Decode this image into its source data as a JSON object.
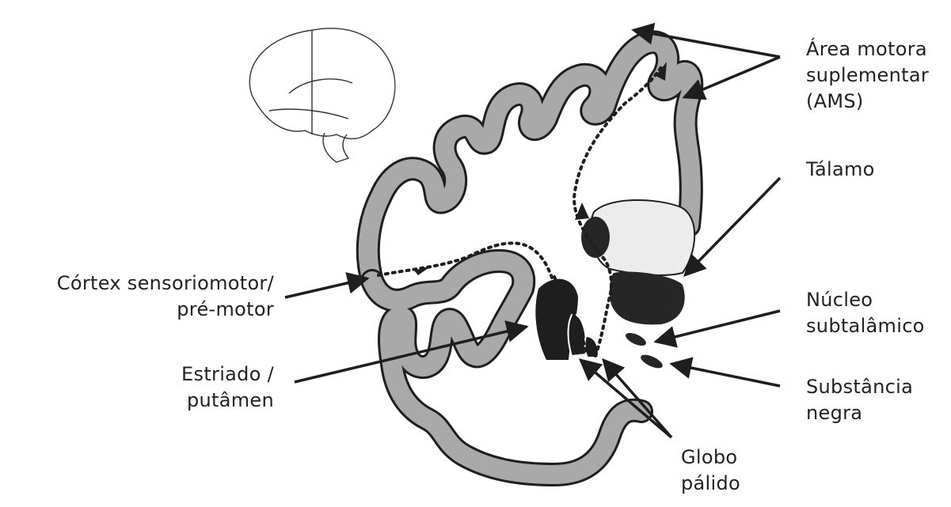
{
  "labels": {
    "ams": [
      "Área motora",
      "suplementar",
      "(AMS)"
    ],
    "talamo": [
      "Tálamo"
    ],
    "nucleo": [
      "Núcleo",
      "subtalâmico"
    ],
    "substancia": [
      "Substância",
      "negra"
    ],
    "globo": [
      "Globo",
      "pálido"
    ],
    "cortex": [
      "Córtex sensoriomotor/",
      "pré-motor"
    ],
    "estriado": [
      "Estriado /",
      "putâmen"
    ]
  },
  "colors": {
    "cortex_fill": "#a9a9a9",
    "outline": "#1e1e1e",
    "thalamus_fill": "#ececec",
    "nuclei_fill": "#262626",
    "text": "#222222"
  },
  "icons": [
    "brain-icon"
  ]
}
